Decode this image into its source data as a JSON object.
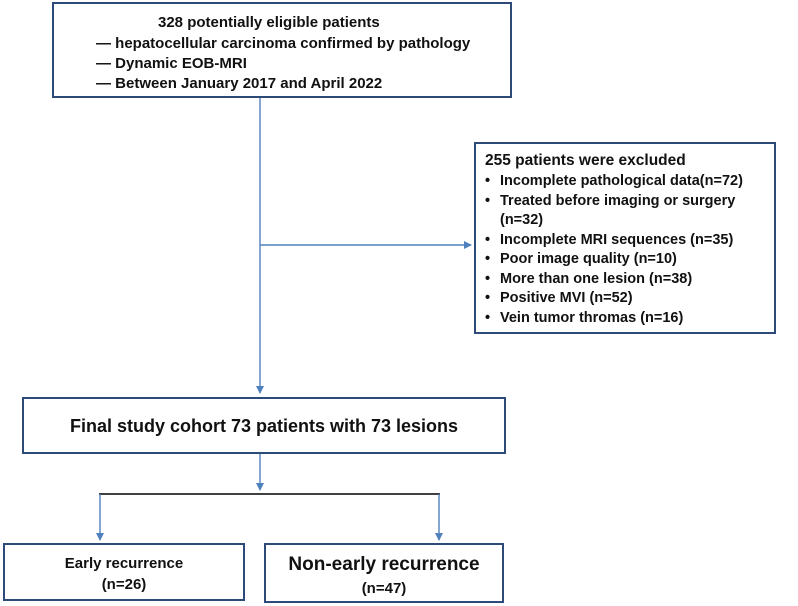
{
  "screening": {
    "heading": "328 potentially eligible patients",
    "criteria": [
      "— hepatocellular carcinoma confirmed by pathology",
      "— Dynamic EOB-MRI",
      "— Between January 2017 and April 2022"
    ]
  },
  "exclusion": {
    "title": "255 patients were excluded",
    "bullet": "•",
    "reasons": [
      "Incomplete pathological data(n=72)",
      "Treated before imaging or surgery",
      "(n=32)",
      "Incomplete MRI sequences (n=35)",
      "Poor image quality (n=10)",
      "More than one lesion (n=38)",
      "Positive MVI (n=52)",
      "Vein tumor thromas (n=16)"
    ]
  },
  "cohort": {
    "text": "Final study cohort 73 patients with 73 lesions"
  },
  "outcomes": {
    "early": {
      "label": "Early recurrence",
      "count": "(n=26)"
    },
    "non_early": {
      "label": "Non-early recurrence",
      "count": "(n=47)"
    }
  },
  "colors": {
    "box_border": "#2e4a7a",
    "arrow": "#4f81bd",
    "split_line": "#000000",
    "text": "#111111"
  }
}
